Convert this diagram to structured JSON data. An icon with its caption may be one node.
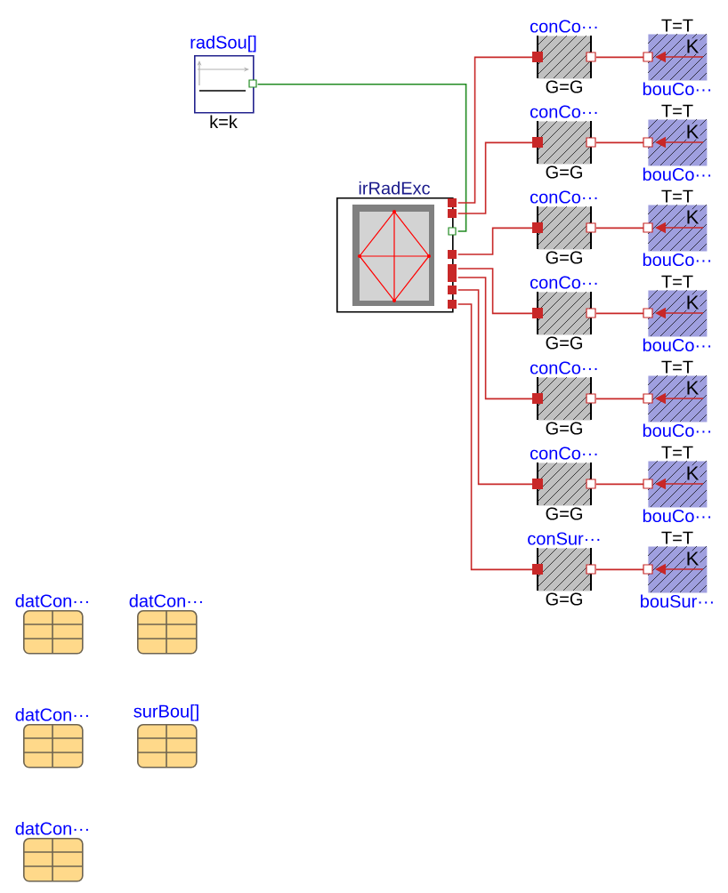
{
  "diagram": {
    "nodes": [
      {
        "text": [
          "radSou[]",
          "k=k"
        ]
      },
      {
        "text": [
          "irRadExc"
        ]
      },
      {
        "text": [
          "conCo···",
          "G=G"
        ]
      },
      {
        "text": [
          "conCo···",
          "G=G"
        ]
      },
      {
        "text": [
          "conCo···",
          "G=G"
        ]
      },
      {
        "text": [
          "conCo···",
          "G=G"
        ]
      },
      {
        "text": [
          "conCo···",
          "G=G"
        ]
      },
      {
        "text": [
          "conCo···",
          "G=G"
        ]
      },
      {
        "text": [
          "conSur···",
          "G=G"
        ]
      },
      {
        "text": [
          "T=T",
          "K",
          "bouCo···"
        ]
      },
      {
        "text": [
          "T=T",
          "K",
          "bouCo···"
        ]
      },
      {
        "text": [
          "T=T",
          "K",
          "bouCo···"
        ]
      },
      {
        "text": [
          "T=T",
          "K",
          "bouCo···"
        ]
      },
      {
        "text": [
          "T=T",
          "K",
          "bouCo···"
        ]
      },
      {
        "text": [
          "T=T",
          "K",
          "bouCo···"
        ]
      },
      {
        "text": [
          "T=T",
          "K",
          "bouSur···"
        ]
      },
      {
        "text": [
          "datCon···"
        ]
      },
      {
        "text": [
          "datCon···"
        ]
      },
      {
        "text": [
          "datCon···"
        ]
      },
      {
        "text": [
          "surBou[]"
        ]
      },
      {
        "text": [
          "datCon···"
        ]
      }
    ],
    "edges": [
      {
        "from": 0,
        "to": 1,
        "arrow": "none",
        "color": "#228b22"
      },
      {
        "from": 1,
        "to": 2,
        "arrow": "none"
      },
      {
        "from": 1,
        "to": 3,
        "arrow": "none"
      },
      {
        "from": 1,
        "to": 4,
        "arrow": "none"
      },
      {
        "from": 1,
        "to": 5,
        "arrow": "none"
      },
      {
        "from": 1,
        "to": 6,
        "arrow": "none"
      },
      {
        "from": 1,
        "to": 7,
        "arrow": "none"
      },
      {
        "from": 1,
        "to": 8,
        "arrow": "none"
      },
      {
        "from": 2,
        "to": 9,
        "arrow": "none"
      },
      {
        "from": 3,
        "to": 10,
        "arrow": "none"
      },
      {
        "from": 4,
        "to": 11,
        "arrow": "none"
      },
      {
        "from": 5,
        "to": 12,
        "arrow": "none"
      },
      {
        "from": 6,
        "to": 13,
        "arrow": "none"
      },
      {
        "from": 7,
        "to": 14,
        "arrow": "none"
      },
      {
        "from": 8,
        "to": 15,
        "arrow": "none"
      }
    ]
  }
}
